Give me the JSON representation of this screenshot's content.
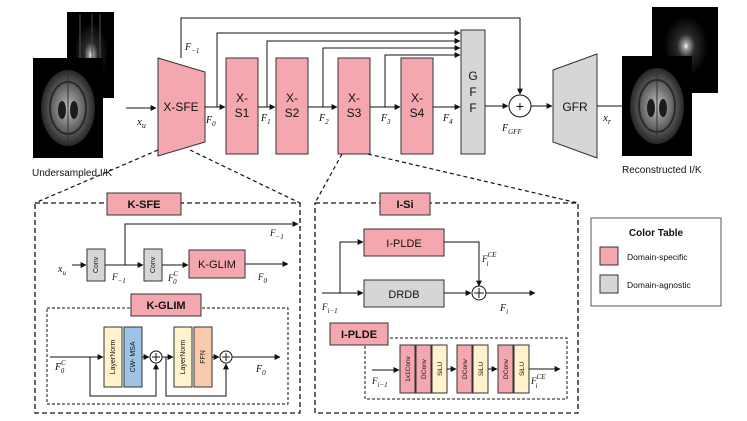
{
  "top": {
    "caption_under": "Undersampled I/K",
    "caption_rec": "Reconstructed I/K",
    "x_u": "x",
    "x_u_sub": "u",
    "x_r": "x",
    "x_r_sub": "r",
    "xsfe": "X-SFE",
    "s1_a": "X-",
    "s1_b": "S1",
    "s2_a": "X-",
    "s2_b": "S2",
    "s3_a": "X-",
    "s3_b": "S3",
    "s4_a": "X-",
    "s4_b": "S4",
    "gff": [
      "G",
      "F",
      "F"
    ],
    "gfr": "GFR",
    "plus": "+",
    "F_m1": "F",
    "F_m1_sub": "−1",
    "F0": "F",
    "F0_sub": "0",
    "F1": "F",
    "F1_sub": "1",
    "F2": "F",
    "F2_sub": "2",
    "F3": "F",
    "F3_sub": "3",
    "F4": "F",
    "F4_sub": "4",
    "Fgff": "F",
    "Fgff_sub": "GFF"
  },
  "ksfe": {
    "title": "K-SFE",
    "conv1": "Conv",
    "conv2": "Conv",
    "kglim": "K-GLIM",
    "xu": "x",
    "xu_sub": "u",
    "Fm1_top": "F",
    "Fm1_top_sub": "−1",
    "Fm1": "F",
    "Fm1_sub": "−1",
    "F0C": "F",
    "F0C_sub": "0",
    "F0C_sup": "C",
    "F0": "F",
    "F0_sub": "0"
  },
  "kglim": {
    "title": "K-GLIM",
    "ln1": "LayerNorm",
    "cwmsa": "CW- MSA",
    "ln2": "LayerNorm",
    "ffn": "FFN",
    "in": "F",
    "in_sub": "0",
    "in_sup": "C",
    "out": "F",
    "out_sub": "0"
  },
  "isi": {
    "title": "I-Si",
    "iplde": "I-PLDE",
    "drdb": "DRDB",
    "FiCE": "F",
    "FiCE_sub": "i",
    "FiCE_sup": "CE",
    "Fim1": "F",
    "Fim1_sub": "i−1",
    "Fi": "F",
    "Fi_sub": "i"
  },
  "iplde": {
    "title": "I-PLDE",
    "b1": "1x1Conv",
    "b2": "DConv",
    "b3": "SiLU",
    "b4": "DConv",
    "b5": "SiLU",
    "b6": "DConv",
    "b7": "SiLU",
    "in": "F",
    "in_sub": "i−1",
    "out": "F",
    "out_sub": "i",
    "out_sup": "CE"
  },
  "legend": {
    "title": "Color Table",
    "specific": "Domain-specific",
    "agnostic": "Domain-agnostic",
    "pink": "#F4A7AE",
    "gray": "#D6D6D6",
    "blue": "#9DC3E6",
    "yellow": "#FFF2CC",
    "orange": "#F8CBAD"
  }
}
